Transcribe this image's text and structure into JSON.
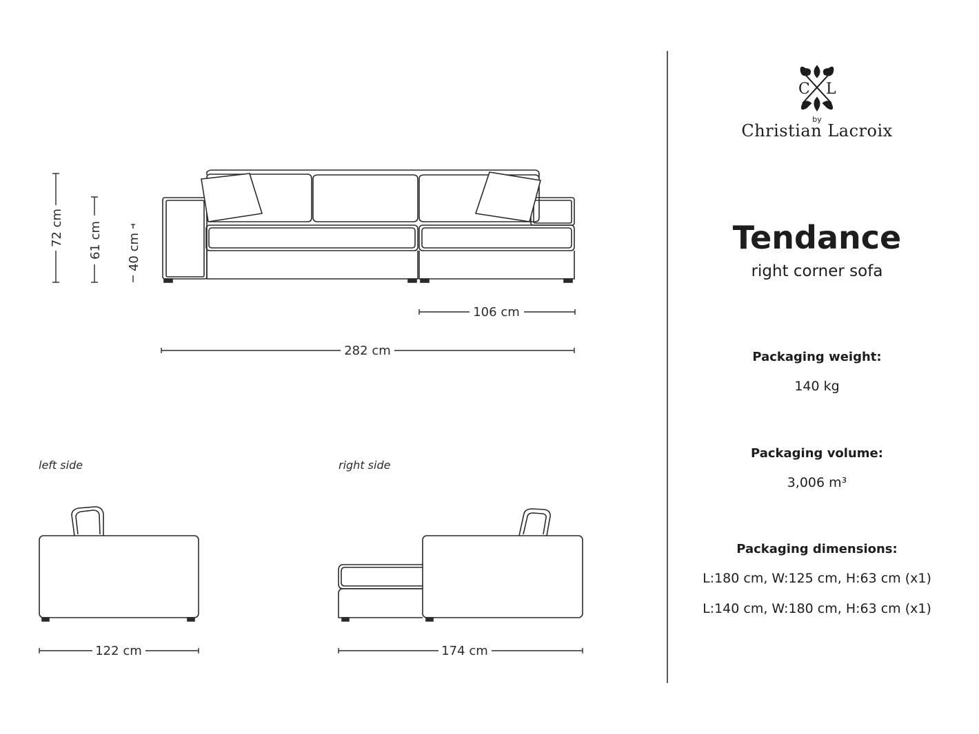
{
  "brand": {
    "logo_monogram": "CXL",
    "by": "by",
    "name": "Christian Lacroix"
  },
  "product": {
    "name": "Tendance",
    "type": "right corner sofa"
  },
  "specs": {
    "weight_label": "Packaging weight:",
    "weight_value": "140 kg",
    "volume_label": "Packaging volume:",
    "volume_value": "3,006 m³",
    "dimensions_label": "Packaging dimensions:",
    "dimensions": [
      "L:180 cm, W:125 cm, H:63 cm (x1)",
      "L:140 cm, W:180 cm, H:63 cm (x1)"
    ]
  },
  "front_view": {
    "height_total": "72 cm",
    "height_arm": "61 cm",
    "height_seat": "40 cm",
    "chaise_width": "106 cm",
    "total_width": "282 cm"
  },
  "left_view": {
    "label": "left side",
    "depth": "122 cm"
  },
  "right_view": {
    "label": "right side",
    "depth": "174 cm"
  },
  "colors": {
    "line": "#2a2a2a",
    "divider": "#555555"
  }
}
